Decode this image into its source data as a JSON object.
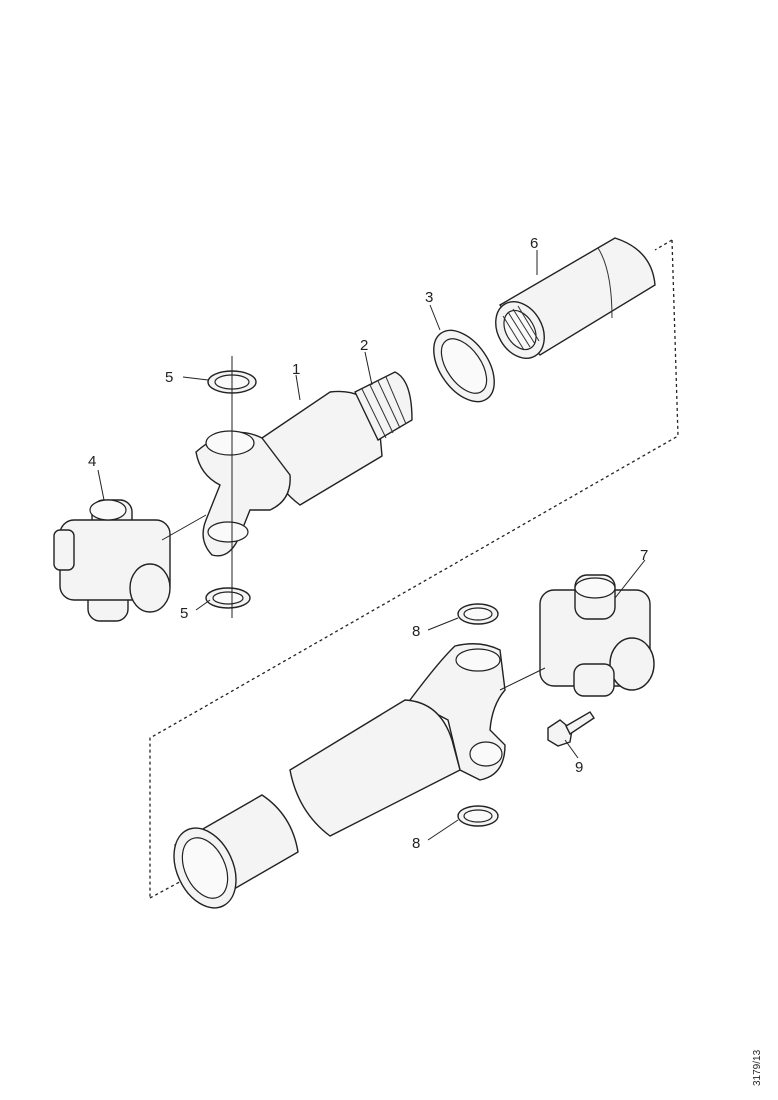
{
  "callouts": {
    "c1": "1",
    "c2": "2",
    "c3a": "3",
    "c4": "4",
    "c5a": "5",
    "c5b": "5",
    "c6": "6",
    "c7": "7",
    "c8a": "8",
    "c8b": "8",
    "c9": "9"
  },
  "figure_code": "3179/13"
}
